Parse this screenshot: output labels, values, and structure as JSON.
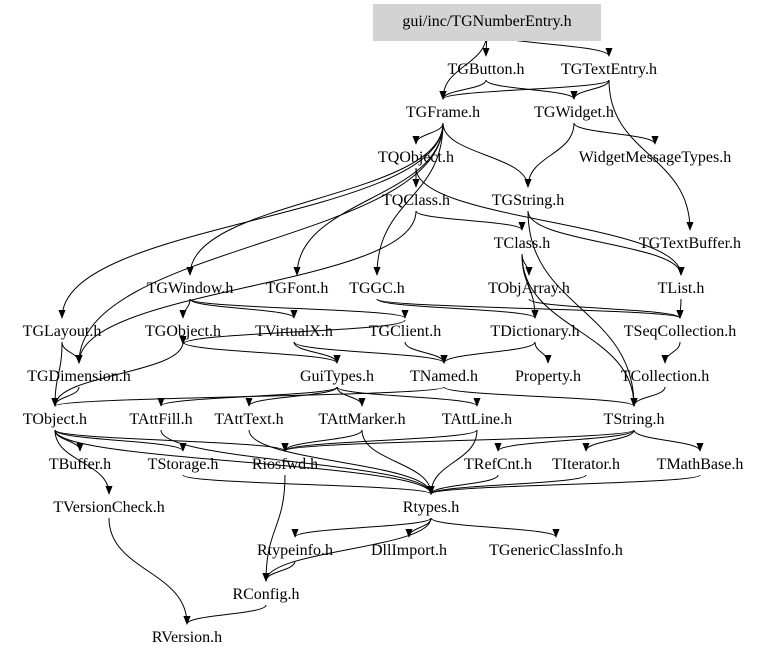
{
  "graph": {
    "title": "gui/inc/TGNumberEntry.h include dependency graph",
    "root": "gui/inc/TGNumberEntry.h",
    "root_fill": "#d3d3d3",
    "nodes": [
      {
        "id": "root",
        "label": "gui/inc/TGNumberEntry.h"
      },
      {
        "id": "TGButton",
        "label": "TGButton.h"
      },
      {
        "id": "TGTextEntry",
        "label": "TGTextEntry.h"
      },
      {
        "id": "TGFrame",
        "label": "TGFrame.h"
      },
      {
        "id": "TGWidget",
        "label": "TGWidget.h"
      },
      {
        "id": "TQObject",
        "label": "TQObject.h"
      },
      {
        "id": "WidgetMessageTypes",
        "label": "WidgetMessageTypes.h"
      },
      {
        "id": "TQClass",
        "label": "TQClass.h"
      },
      {
        "id": "TGString",
        "label": "TGString.h"
      },
      {
        "id": "TClass",
        "label": "TClass.h"
      },
      {
        "id": "TGTextBuffer",
        "label": "TGTextBuffer.h"
      },
      {
        "id": "TGWindow",
        "label": "TGWindow.h"
      },
      {
        "id": "TGFont",
        "label": "TGFont.h"
      },
      {
        "id": "TGGC",
        "label": "TGGC.h"
      },
      {
        "id": "TObjArray",
        "label": "TObjArray.h"
      },
      {
        "id": "TList",
        "label": "TList.h"
      },
      {
        "id": "TGLayout",
        "label": "TGLayout.h"
      },
      {
        "id": "TGObject",
        "label": "TGObject.h"
      },
      {
        "id": "TVirtualX",
        "label": "TVirtualX.h"
      },
      {
        "id": "TGClient",
        "label": "TGClient.h"
      },
      {
        "id": "TDictionary",
        "label": "TDictionary.h"
      },
      {
        "id": "TSeqCollection",
        "label": "TSeqCollection.h"
      },
      {
        "id": "TGDimension",
        "label": "TGDimension.h"
      },
      {
        "id": "GuiTypes",
        "label": "GuiTypes.h"
      },
      {
        "id": "TNamed",
        "label": "TNamed.h"
      },
      {
        "id": "Property",
        "label": "Property.h"
      },
      {
        "id": "TCollection",
        "label": "TCollection.h"
      },
      {
        "id": "TObject",
        "label": "TObject.h"
      },
      {
        "id": "TAttFill",
        "label": "TAttFill.h"
      },
      {
        "id": "TAttText",
        "label": "TAttText.h"
      },
      {
        "id": "TAttMarker",
        "label": "TAttMarker.h"
      },
      {
        "id": "TAttLine",
        "label": "TAttLine.h"
      },
      {
        "id": "TString",
        "label": "TString.h"
      },
      {
        "id": "TBuffer",
        "label": "TBuffer.h"
      },
      {
        "id": "TStorage",
        "label": "TStorage.h"
      },
      {
        "id": "Riosfwd",
        "label": "Riosfwd.h"
      },
      {
        "id": "TRefCnt",
        "label": "TRefCnt.h"
      },
      {
        "id": "TIterator",
        "label": "TIterator.h"
      },
      {
        "id": "TMathBase",
        "label": "TMathBase.h"
      },
      {
        "id": "TVersionCheck",
        "label": "TVersionCheck.h"
      },
      {
        "id": "Rtypes",
        "label": "Rtypes.h"
      },
      {
        "id": "Rtypeinfo",
        "label": "Rtypeinfo.h"
      },
      {
        "id": "DllImport",
        "label": "DllImport.h"
      },
      {
        "id": "TGenericClassInfo",
        "label": "TGenericClassInfo.h"
      },
      {
        "id": "RConfig",
        "label": "RConfig.h"
      },
      {
        "id": "RVersion",
        "label": "RVersion.h"
      }
    ],
    "edges": [
      [
        "root",
        "TGButton"
      ],
      [
        "root",
        "TGTextEntry"
      ],
      [
        "root",
        "TGFrame"
      ],
      [
        "TGButton",
        "TGFrame"
      ],
      [
        "TGButton",
        "TGWidget"
      ],
      [
        "TGTextEntry",
        "TGFrame"
      ],
      [
        "TGTextEntry",
        "TGWidget"
      ],
      [
        "TGTextEntry",
        "TGTextBuffer"
      ],
      [
        "TGWidget",
        "WidgetMessageTypes"
      ],
      [
        "TGWidget",
        "TGString"
      ],
      [
        "TGFrame",
        "TQObject"
      ],
      [
        "TGFrame",
        "TGString"
      ],
      [
        "TGFrame",
        "TGWindow"
      ],
      [
        "TGFrame",
        "TGGC"
      ],
      [
        "TGFrame",
        "TGFont"
      ],
      [
        "TGFrame",
        "TGLayout"
      ],
      [
        "TGFrame",
        "TGDimension"
      ],
      [
        "TQObject",
        "TQClass"
      ],
      [
        "TQObject",
        "TList"
      ],
      [
        "TQClass",
        "TClass"
      ],
      [
        "TQClass",
        "TGDimension"
      ],
      [
        "TGString",
        "TString"
      ],
      [
        "TGString",
        "TList"
      ],
      [
        "TClass",
        "TObjArray"
      ],
      [
        "TClass",
        "TDictionary"
      ],
      [
        "TClass",
        "TString"
      ],
      [
        "TGWindow",
        "TGObject"
      ],
      [
        "TGWindow",
        "TGClient"
      ],
      [
        "TGWindow",
        "TVirtualX"
      ],
      [
        "TGGC",
        "TSeqCollection"
      ],
      [
        "TGGC",
        "TDictionary"
      ],
      [
        "TObjArray",
        "TSeqCollection"
      ],
      [
        "TList",
        "TSeqCollection"
      ],
      [
        "TGLayout",
        "TGDimension"
      ],
      [
        "TGLayout",
        "TObject"
      ],
      [
        "TGObject",
        "TObject"
      ],
      [
        "TGObject",
        "GuiTypes"
      ],
      [
        "TVirtualX",
        "GuiTypes"
      ],
      [
        "TVirtualX",
        "TNamed"
      ],
      [
        "TGClient",
        "TGObject"
      ],
      [
        "TGClient",
        "TNamed"
      ],
      [
        "TDictionary",
        "Property"
      ],
      [
        "TDictionary",
        "TNamed"
      ],
      [
        "TSeqCollection",
        "TCollection"
      ],
      [
        "TCollection",
        "TString"
      ],
      [
        "TGDimension",
        "TObject"
      ],
      [
        "TNamed",
        "TObject"
      ],
      [
        "TNamed",
        "TString"
      ],
      [
        "GuiTypes",
        "TAttFill"
      ],
      [
        "GuiTypes",
        "TAttText"
      ],
      [
        "GuiTypes",
        "TAttMarker"
      ],
      [
        "GuiTypes",
        "TAttLine"
      ],
      [
        "TObject",
        "TBuffer"
      ],
      [
        "TObject",
        "TStorage"
      ],
      [
        "TObject",
        "Riosfwd"
      ],
      [
        "TObject",
        "TVersionCheck"
      ],
      [
        "TObject",
        "Rtypes"
      ],
      [
        "TAttFill",
        "Rtypes"
      ],
      [
        "TAttText",
        "Rtypes"
      ],
      [
        "TAttMarker",
        "Rtypes"
      ],
      [
        "TAttLine",
        "Rtypes"
      ],
      [
        "TAttMarker",
        "Riosfwd"
      ],
      [
        "TAttLine",
        "Riosfwd"
      ],
      [
        "TString",
        "TRefCnt"
      ],
      [
        "TString",
        "TIterator"
      ],
      [
        "TString",
        "TMathBase"
      ],
      [
        "TString",
        "Riosfwd"
      ],
      [
        "TRefCnt",
        "Rtypes"
      ],
      [
        "TIterator",
        "Rtypes"
      ],
      [
        "TMathBase",
        "Rtypes"
      ],
      [
        "TStorage",
        "Rtypes"
      ],
      [
        "Rtypes",
        "Rtypeinfo"
      ],
      [
        "Rtypes",
        "DllImport"
      ],
      [
        "Rtypes",
        "TGenericClassInfo"
      ],
      [
        "Rtypes",
        "RConfig"
      ],
      [
        "Riosfwd",
        "RConfig"
      ],
      [
        "Rtypeinfo",
        "RConfig"
      ],
      [
        "RConfig",
        "RVersion"
      ],
      [
        "TVersionCheck",
        "RVersion"
      ]
    ]
  }
}
